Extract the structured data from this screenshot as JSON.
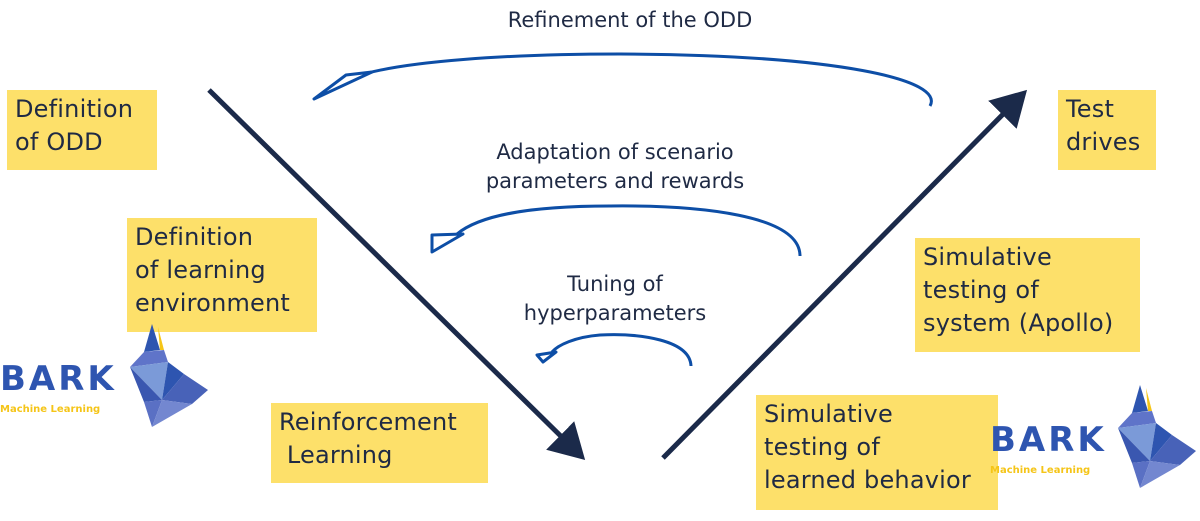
{
  "diagram": {
    "type": "V-model development process",
    "colors": {
      "box_fill": "#fde06a",
      "text": "#1f2a44",
      "v_line": "#1b2a4a",
      "loop_arrow": "#0d4ea6",
      "logo_blue": "#2e55b0",
      "logo_yellow": "#f5c518"
    },
    "left_branch": [
      {
        "id": "definition-of-odd",
        "label": "Definition\nof ODD"
      },
      {
        "id": "definition-of-learning-environment",
        "label": "Definition\nof learning\nenvironment"
      },
      {
        "id": "reinforcement-learning",
        "label": "Reinforcement\n Learning"
      }
    ],
    "right_branch": [
      {
        "id": "simulative-testing-learned-behavior",
        "label": "Simulative\ntesting of\nlearned behavior"
      },
      {
        "id": "simulative-testing-system",
        "label": "Simulative\ntesting of\nsystem (Apollo)"
      },
      {
        "id": "test-drives",
        "label": "Test\ndrives"
      }
    ],
    "feedback_loops": [
      {
        "id": "refinement-odd",
        "label": "Refinement of the ODD"
      },
      {
        "id": "adaptation-scenario",
        "label": "Adaptation of scenario\nparameters and rewards"
      },
      {
        "id": "tuning-hyperparameters",
        "label": "Tuning of\nhyperparameters"
      }
    ],
    "logos": [
      {
        "name": "BARK",
        "subtitle": "Machine Learning"
      },
      {
        "name": "BARK",
        "subtitle": "Machine Learning"
      }
    ]
  }
}
